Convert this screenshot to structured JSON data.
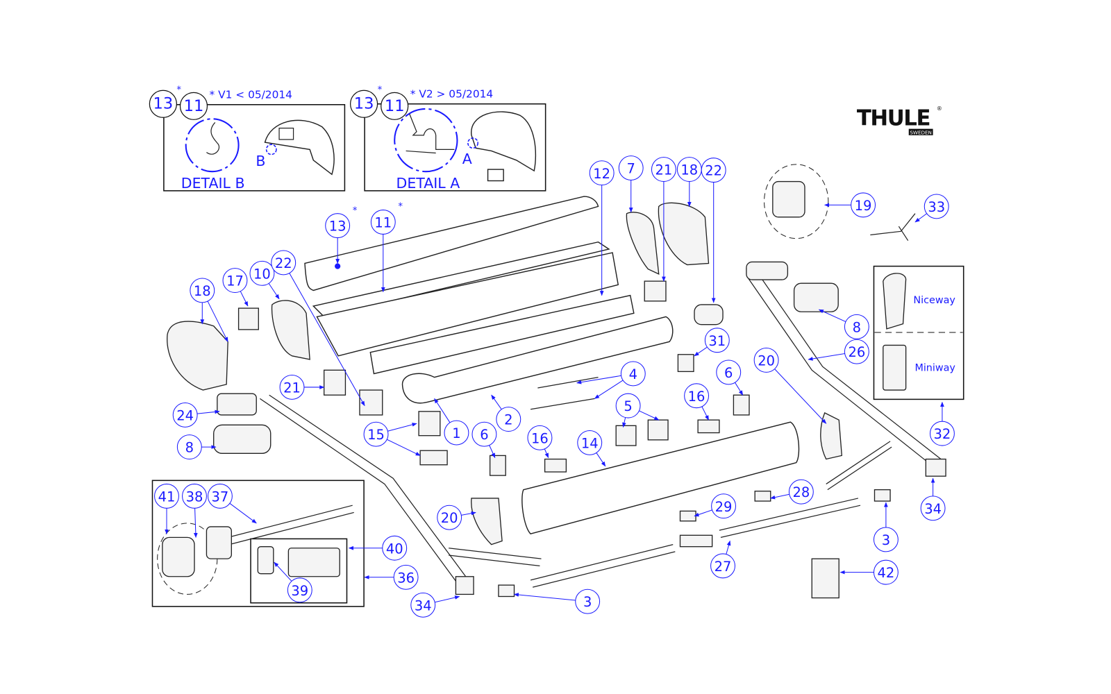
{
  "brand": {
    "logo_text": "THULE",
    "logo_sub": "SWEDEN",
    "registered": "®"
  },
  "insets": {
    "v1": {
      "part_a": "13",
      "part_b": "11",
      "asterisk": "*",
      "title": "*  V1 < 05/2014",
      "detail_label": "DETAIL B",
      "marker": "B"
    },
    "v2": {
      "part_a": "13",
      "part_b": "11",
      "asterisk": "*",
      "title": "*  V2 > 05/2014",
      "detail_label": "DETAIL A",
      "marker": "A"
    }
  },
  "remotes": {
    "top": "Niceway",
    "bottom": "Miniway"
  },
  "callouts": [
    "13",
    "11",
    "12",
    "7",
    "21",
    "18",
    "22",
    "19",
    "33",
    "18",
    "17",
    "10",
    "22",
    "21",
    "24",
    "8",
    "15",
    "1",
    "2",
    "6",
    "16",
    "14",
    "4",
    "5",
    "16",
    "6",
    "31",
    "8",
    "26",
    "20",
    "32",
    "34",
    "28",
    "29",
    "27",
    "3",
    "42",
    "20",
    "3",
    "34",
    "41",
    "38",
    "37",
    "40",
    "36",
    "39"
  ],
  "callout_asterisks": [
    "*",
    "*"
  ],
  "colors": {
    "callout": "#1a1aff",
    "line": "#222222"
  }
}
